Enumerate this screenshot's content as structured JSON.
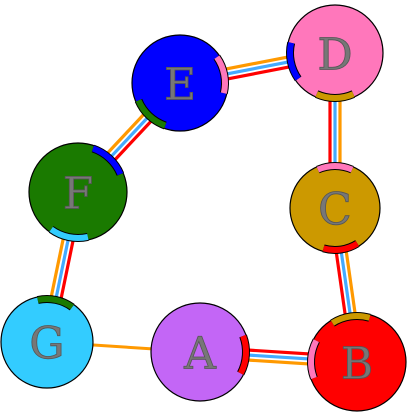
{
  "nodes": [
    {
      "id": "A",
      "label": "A",
      "color": "#c366f6"
    },
    {
      "id": "B",
      "label": "B",
      "color": "#ff0000"
    },
    {
      "id": "C",
      "label": "C",
      "color": "#cc9900"
    },
    {
      "id": "D",
      "label": "D",
      "color": "#ff77bb"
    },
    {
      "id": "E",
      "label": "E",
      "color": "#0000ff"
    },
    {
      "id": "F",
      "label": "F",
      "color": "#1a7a00"
    },
    {
      "id": "G",
      "label": "G",
      "color": "#33ccff"
    }
  ],
  "edges": [
    {
      "from": "G",
      "to": "A",
      "colors": [
        "#ff9900"
      ]
    },
    {
      "from": "A",
      "to": "B",
      "colors": [
        "#ff0000",
        "#44aaff",
        "#ff9900"
      ]
    },
    {
      "from": "B",
      "to": "C",
      "colors": [
        "#ff0000",
        "#44aaff",
        "#ff9900"
      ]
    },
    {
      "from": "C",
      "to": "D",
      "colors": [
        "#ff0000",
        "#44aaff",
        "#ff9900"
      ]
    },
    {
      "from": "D",
      "to": "E",
      "colors": [
        "#ff0000",
        "#44aaff",
        "#ff9900"
      ]
    },
    {
      "from": "E",
      "to": "F",
      "colors": [
        "#ff0000",
        "#44aaff",
        "#ff9900"
      ]
    },
    {
      "from": "F",
      "to": "G",
      "colors": [
        "#ff0000",
        "#44aaff",
        "#ff9900"
      ]
    }
  ],
  "port_arcs": [
    {
      "node": "A",
      "toward": "B",
      "color": "#ff0000"
    },
    {
      "node": "B",
      "toward": "A",
      "color": "#ff77bb"
    },
    {
      "node": "B",
      "toward": "C",
      "color": "#cc9900"
    },
    {
      "node": "C",
      "toward": "B",
      "color": "#ff0000"
    },
    {
      "node": "C",
      "toward": "D",
      "color": "#ff77bb"
    },
    {
      "node": "D",
      "toward": "C",
      "color": "#cc9900"
    },
    {
      "node": "D",
      "toward": "E",
      "color": "#0000ff"
    },
    {
      "node": "E",
      "toward": "D",
      "color": "#ff77bb"
    },
    {
      "node": "E",
      "toward": "F",
      "color": "#1a7a00"
    },
    {
      "node": "F",
      "toward": "E",
      "color": "#0000ff"
    },
    {
      "node": "F",
      "toward": "G",
      "color": "#33ccff"
    },
    {
      "node": "G",
      "toward": "F",
      "color": "#1a7a00"
    }
  ]
}
